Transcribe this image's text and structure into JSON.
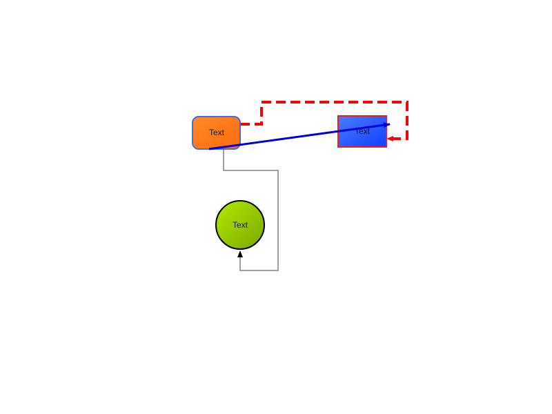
{
  "diagram": {
    "nodes": [
      {
        "id": "orange-rounded-box",
        "label": "Text",
        "shape": "rounded-rectangle",
        "fill": "#ff7a1a",
        "stroke": "#3a6df0"
      },
      {
        "id": "blue-box",
        "label": "Text",
        "shape": "rectangle",
        "fill": "#2a5cff",
        "stroke": "#e0202a"
      },
      {
        "id": "green-circle",
        "label": "Text",
        "shape": "circle",
        "fill": "#9acd00",
        "stroke": "#000000"
      }
    ],
    "edges": [
      {
        "from": "orange-rounded-box",
        "to": "blue-box",
        "style": "solid",
        "color": "#0000dd",
        "arrow": "end"
      },
      {
        "from": "orange-rounded-box",
        "to": "blue-box",
        "style": "dashed",
        "color": "#ff0000",
        "arrow": "end"
      },
      {
        "from": "orange-rounded-box",
        "to": "green-circle",
        "style": "orthogonal",
        "color": "#808080",
        "arrow": "end"
      }
    ]
  }
}
